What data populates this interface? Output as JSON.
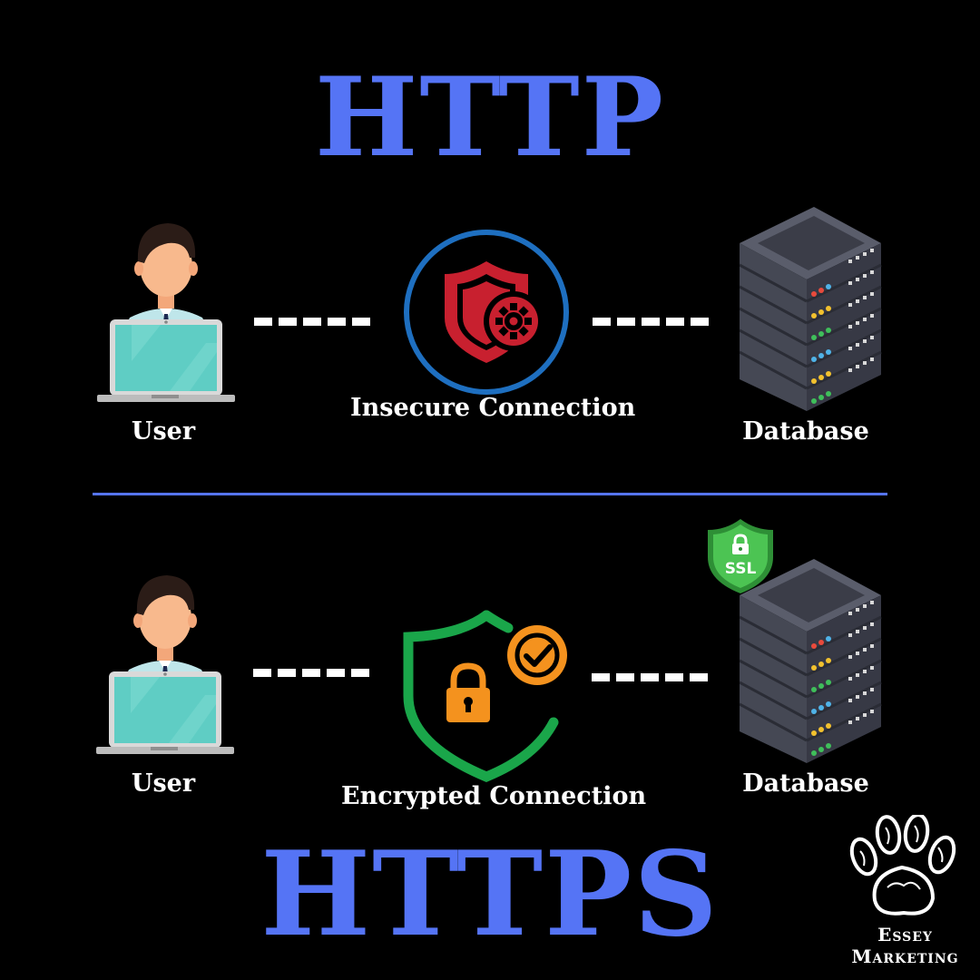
{
  "http": {
    "title": "HTTP",
    "user_label": "User",
    "connection_label": "Insecure Connection",
    "database_label": "Database"
  },
  "https": {
    "title": "HTTPS",
    "user_label": "User",
    "connection_label": "Encrypted Connection",
    "database_label": "Database",
    "badge_text": "SSL"
  },
  "brand": {
    "line1": "Essey",
    "line2": "Marketing"
  },
  "colors": {
    "title": "#5574f5",
    "divider": "#5574f5",
    "insecure_shield": "#c8202f",
    "insecure_ring": "#1e6fc0",
    "secure_shield": "#1aa64a",
    "check_badge": "#f4921e",
    "lock": "#f4921e",
    "ssl_badge": "#3cb44a"
  },
  "icons": [
    "user-avatar-icon",
    "laptop-icon",
    "shield-gear-icon",
    "server-rack-icon",
    "shield-lock-icon",
    "checkmark-badge-icon",
    "ssl-badge-icon",
    "paw-print-icon"
  ]
}
